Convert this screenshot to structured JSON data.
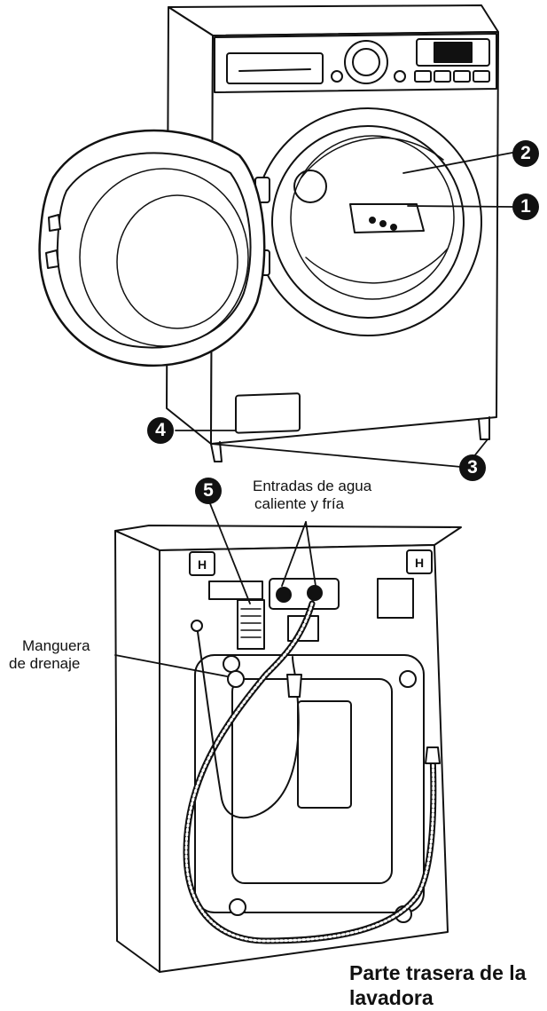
{
  "callouts": {
    "c1": "1",
    "c2": "2",
    "c3": "3",
    "c4": "4",
    "c5": "5"
  },
  "labels": {
    "inlets_line1": "Entradas de agua",
    "inlets_line2": "caliente y fría",
    "drain_line1": "Manguera",
    "drain_line2": "de drenaje"
  },
  "caption": {
    "line1": "Parte trasera de la",
    "line2": "lavadora"
  }
}
